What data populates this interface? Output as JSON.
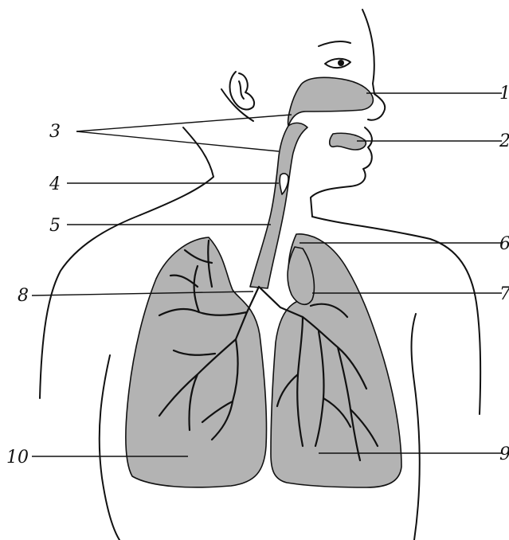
{
  "colors": {
    "organ_fill": "#b3b3b3",
    "line": "#111111",
    "background": "#ffffff"
  },
  "labels": [
    {
      "id": "1",
      "text": "1"
    },
    {
      "id": "2",
      "text": "2"
    },
    {
      "id": "3",
      "text": "3"
    },
    {
      "id": "4",
      "text": "4"
    },
    {
      "id": "5",
      "text": "5"
    },
    {
      "id": "6",
      "text": "6"
    },
    {
      "id": "7",
      "text": "7"
    },
    {
      "id": "8",
      "text": "8"
    },
    {
      "id": "9",
      "text": "9"
    },
    {
      "id": "10",
      "text": "10"
    }
  ]
}
